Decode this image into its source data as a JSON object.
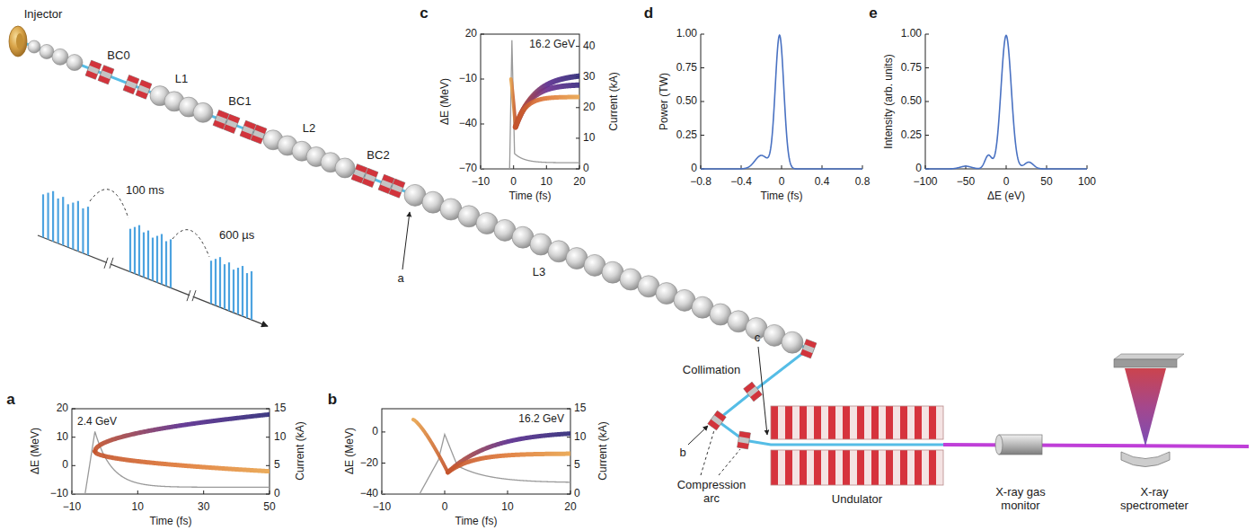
{
  "diagram": {
    "labels": [
      "Injector",
      "BC0",
      "L1",
      "BC1",
      "L2",
      "BC2",
      "L3",
      "100 ms",
      "600 µs",
      "a",
      "Collimation",
      "Compression arc",
      "b",
      "c",
      "Undulator",
      "X-ray gas monitor",
      "X-ray spectrometer",
      "a",
      "2.4 GeV",
      "ΔE (MeV)",
      "20",
      "10",
      "0",
      "−10",
      "15",
      "10",
      "5",
      "0",
      "Current (kA)",
      "−10",
      "10",
      "30",
      "50",
      "Time (fs)",
      "b",
      "16.2 GeV",
      "ΔE (MeV)",
      "0",
      "−20",
      "−40",
      "15",
      "10",
      "5",
      "0",
      "Current (kA)",
      "−10",
      "0",
      "10",
      "20",
      "Time (fs)",
      "c",
      "16.2 GeV",
      "ΔE (MeV)",
      "20",
      "−10",
      "−40",
      "−70",
      "40",
      "30",
      "20",
      "10",
      "0",
      "Current (kA)",
      "−10",
      "0",
      "10",
      "20",
      "Time (fs)",
      "d",
      "Power (TW)",
      "1.00",
      "0.75",
      "0.50",
      "0.25",
      "0",
      "−0.8",
      "−0.4",
      "0",
      "0.4",
      "0.8",
      "Time (fs)",
      "e",
      "Intensity (arb. units)",
      "1.00",
      "0.75",
      "0.50",
      "0.25",
      "0",
      "−100",
      "−50",
      "0",
      "50",
      "100",
      "ΔE (eV)"
    ]
  }
}
